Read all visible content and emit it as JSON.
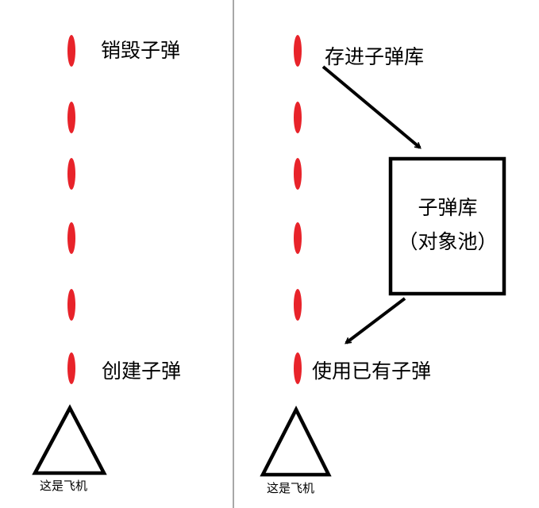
{
  "colors": {
    "bullet": "#e8232a",
    "stroke": "#000000",
    "divider": "#8c8c8c",
    "background": "#ffffff"
  },
  "left_panel": {
    "destroy_label": "销毁子弹",
    "create_label": "创建子弹",
    "plane_label": "这是飞机",
    "bullet_count": 6
  },
  "right_panel": {
    "store_label": "存进子弹库",
    "pool_title": "子弹库",
    "pool_subtitle": "（对象池）",
    "reuse_label": "使用已有子弹",
    "plane_label": "这是飞机",
    "bullet_count": 6
  }
}
